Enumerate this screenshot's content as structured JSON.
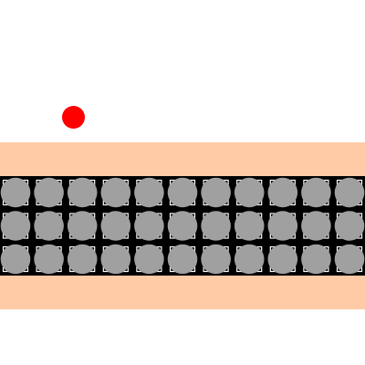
{
  "scene": {
    "colors": {
      "background": "#ffffff",
      "sidewalk": "#ffcaa6",
      "road": "#000000",
      "tire": "#a0a0a0",
      "tire_highlight": "#ffffff",
      "player": "#ff0000"
    },
    "player": {
      "shape": "circle",
      "icon": "red-ball-icon"
    },
    "road": {
      "lanes": 3,
      "tires_per_lane": 11,
      "tire_icon": "tire-icon"
    }
  }
}
